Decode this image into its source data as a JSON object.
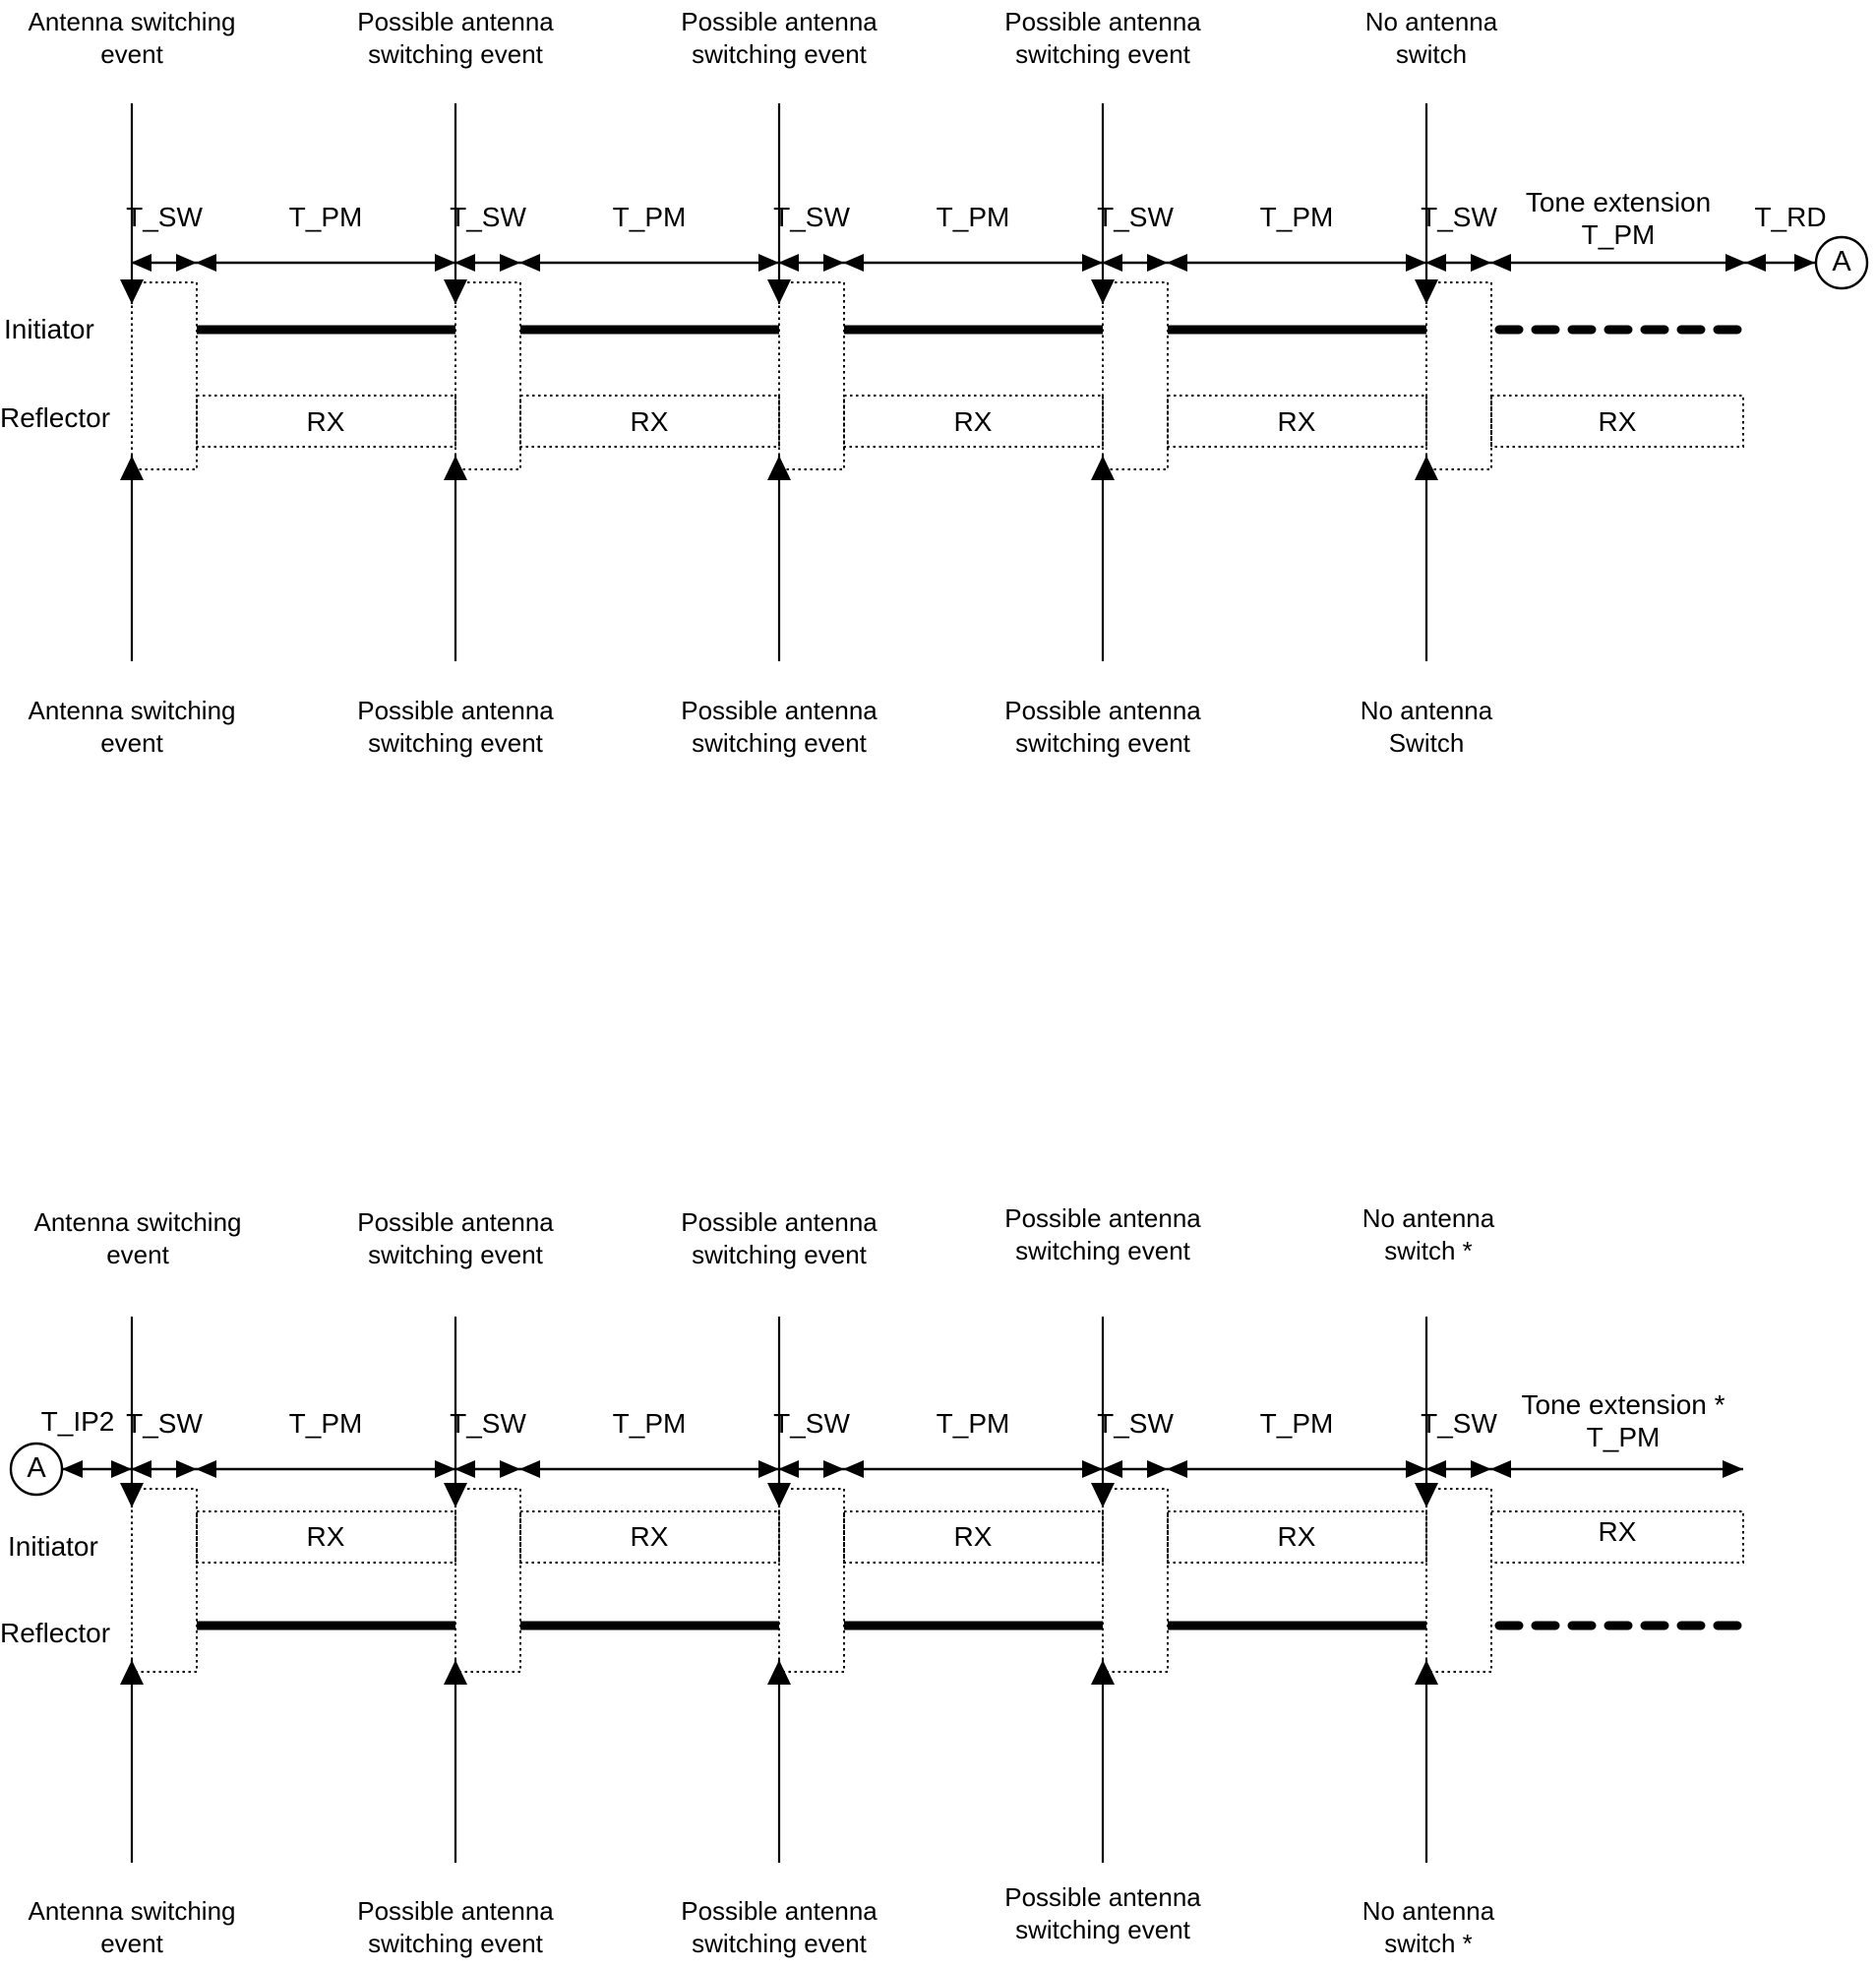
{
  "colors": {
    "ink": "#000000",
    "background": "#ffffff"
  },
  "rows": {
    "initiator": "Initiator",
    "reflector": "Reflector"
  },
  "rx_label": "RX",
  "connector_label": "A",
  "diagram_top": {
    "event_labels_top": [
      "Antenna switching\nevent",
      "Possible antenna\nswitching event",
      "Possible antenna\nswitching event",
      "Possible antenna\nswitching event",
      "No antenna\nswitch"
    ],
    "event_labels_bottom": [
      "Antenna switching\nevent",
      "Possible antenna\nswitching event",
      "Possible antenna\nswitching event",
      "Possible antenna\nswitching event",
      "No antenna\nSwitch"
    ],
    "timing_labels": [
      "T_SW",
      "T_PM",
      "T_SW",
      "T_PM",
      "T_SW",
      "T_PM",
      "T_SW",
      "T_PM",
      "T_SW"
    ],
    "tone_extension_label": "Tone extension\nT_PM",
    "trd_label": "T_RD"
  },
  "diagram_bottom": {
    "event_labels_top": [
      "Antenna switching\nevent",
      "Possible antenna\nswitching event",
      "Possible antenna\nswitching event",
      "Possible antenna\nswitching event",
      "No antenna\nswitch *"
    ],
    "event_labels_bottom": [
      "Antenna switching\nevent",
      "Possible antenna\nswitching event",
      "Possible antenna\nswitching event",
      "Possible antenna\nswitching event",
      "No antenna\nswitch *"
    ],
    "timing_labels": [
      "T_SW",
      "T_PM",
      "T_SW",
      "T_PM",
      "T_SW",
      "T_PM",
      "T_SW",
      "T_PM",
      "T_SW"
    ],
    "tip2_label": "T_IP2",
    "tone_extension_label": "Tone extension *\nT_PM"
  }
}
